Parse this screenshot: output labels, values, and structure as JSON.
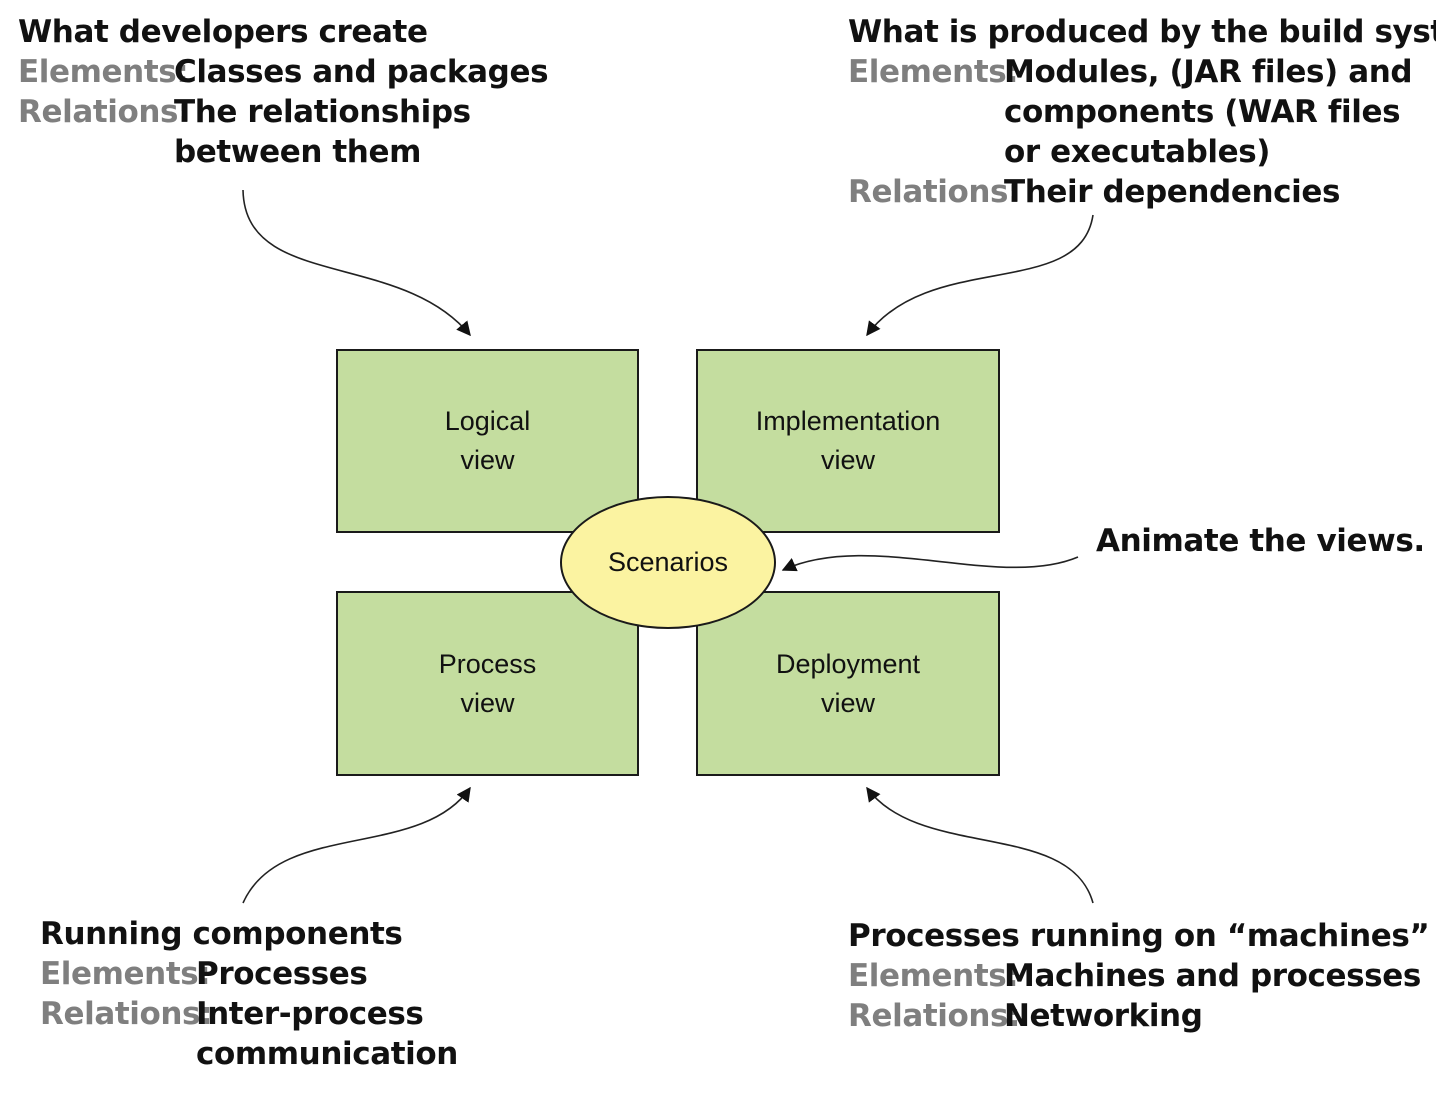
{
  "annotations": {
    "logical": {
      "title": "What developers create",
      "elements_key": "Elements:",
      "elements_val": "Classes and packages",
      "relations_key": "Relations:",
      "relations_val_1": "The relationships",
      "relations_val_2": "between them"
    },
    "implementation": {
      "title": "What is produced by the build system",
      "elements_key": "Elements:",
      "elements_val_1": "Modules, (JAR files) and",
      "elements_val_2": "components (WAR files",
      "elements_val_3": "or executables)",
      "relations_key": "Relations:",
      "relations_val": "Their dependencies"
    },
    "scenarios": {
      "title": "Animate the views."
    },
    "process": {
      "title": "Running components",
      "elements_key": "Elements:",
      "elements_val": "Processes",
      "relations_key": "Relations:",
      "relations_val_1": "Inter-process",
      "relations_val_2": "communication"
    },
    "deployment": {
      "title": "Processes running on “machines”",
      "elements_key": "Elements:",
      "elements_val": "Machines and processes",
      "relations_key": "Relations:",
      "relations_val": "Networking"
    }
  },
  "views": {
    "logical": {
      "line1": "Logical",
      "line2": "view"
    },
    "implementation": {
      "line1": "Implementation",
      "line2": "view"
    },
    "process": {
      "line1": "Process",
      "line2": "view"
    },
    "deployment": {
      "line1": "Deployment",
      "line2": "view"
    },
    "scenarios": {
      "label": "Scenarios"
    }
  },
  "colors": {
    "view_fill": "#c4dd9f",
    "scenario_fill": "#fbf3a1",
    "key_text": "#7f7f7f",
    "body_text": "#111111"
  }
}
